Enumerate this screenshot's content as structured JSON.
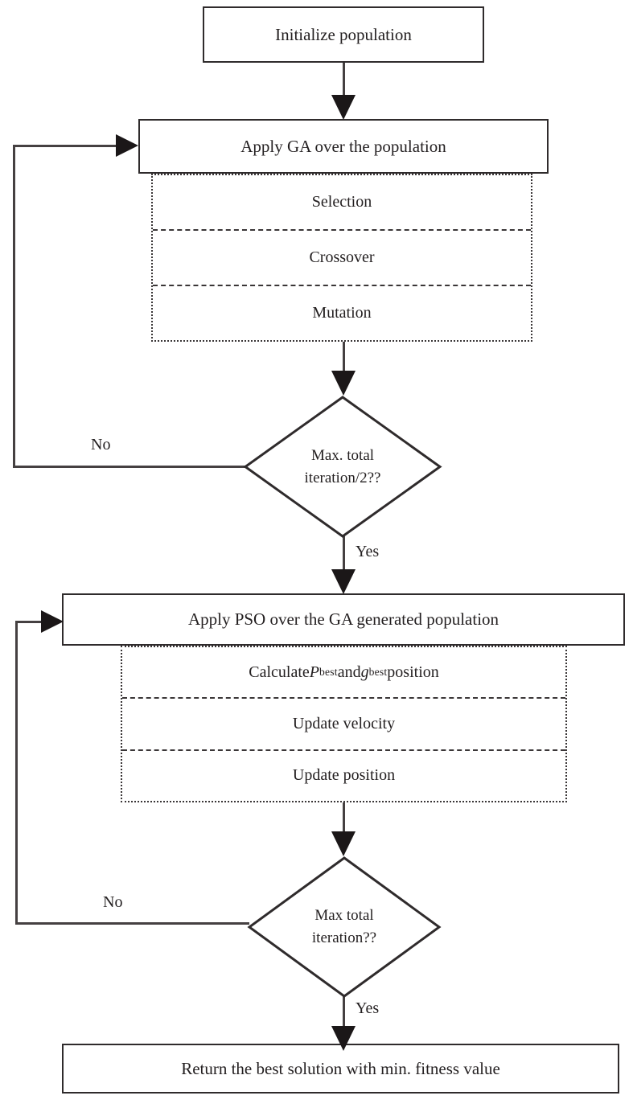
{
  "diagram": {
    "title": "Hybrid GA-PSO optimization flowchart",
    "type": "flowchart",
    "colors": {
      "stroke": "#2f2b2c",
      "connector": "#454041",
      "arrowhead": "#1b1718",
      "dotted": "#3a3637",
      "background": "#ffffff",
      "text": "#231f20"
    }
  },
  "nodes": {
    "initialize": {
      "label": "Initialize population",
      "shape": "process"
    },
    "apply_ga": {
      "label": "Apply GA over the population",
      "shape": "process"
    },
    "ga_steps": {
      "shape": "dotted-group",
      "rows": [
        {
          "label": "Selection"
        },
        {
          "label": "Crossover"
        },
        {
          "label": "Mutation"
        }
      ]
    },
    "decision_ga": {
      "shape": "decision",
      "line1": "Max. total",
      "line2": "iteration/2??"
    },
    "apply_pso": {
      "label": "Apply PSO over the GA generated population",
      "shape": "process"
    },
    "pso_steps": {
      "shape": "dotted-group",
      "rows": [
        {
          "label": "Calculate Pbest and gbest position",
          "parts": {
            "pre": "Calculate ",
            "sym1": "P",
            "sub1": "best",
            "mid": " and ",
            "sym2": "g",
            "sub2": "best",
            "post": " position"
          }
        },
        {
          "label": "Update velocity"
        },
        {
          "label": "Update position"
        }
      ]
    },
    "decision_pso": {
      "shape": "decision",
      "line1": "Max total",
      "line2": "iteration??"
    },
    "return_solution": {
      "label": "Return the best solution with min. fitness value",
      "shape": "process"
    }
  },
  "edge_labels": {
    "ga_no": "No",
    "ga_yes": "Yes",
    "pso_no": "No",
    "pso_yes": "Yes"
  }
}
